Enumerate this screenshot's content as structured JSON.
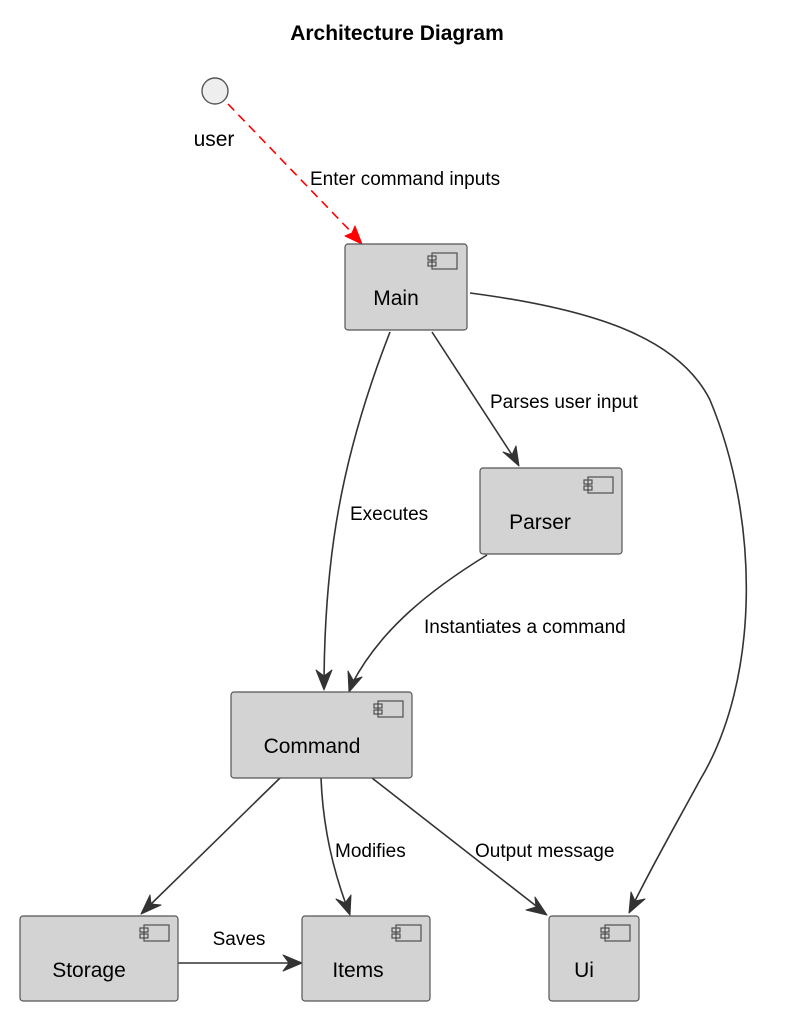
{
  "diagram": {
    "title": "Architecture Diagram",
    "actor": {
      "label": "user"
    },
    "components": {
      "main": "Main",
      "parser": "Parser",
      "command": "Command",
      "storage": "Storage",
      "items": "Items",
      "ui": "Ui"
    },
    "edges": {
      "user_main": "Enter command inputs",
      "main_parser": "Parses user input",
      "main_command": "Executes",
      "parser_command": "Instantiates a command",
      "command_items": "Modifies",
      "command_ui": "Output message",
      "storage_items": "Saves"
    },
    "colors": {
      "node_fill": "#d3d3d3",
      "node_border": "#555555",
      "edge": "#333333",
      "user_edge": "#ff0000"
    }
  }
}
